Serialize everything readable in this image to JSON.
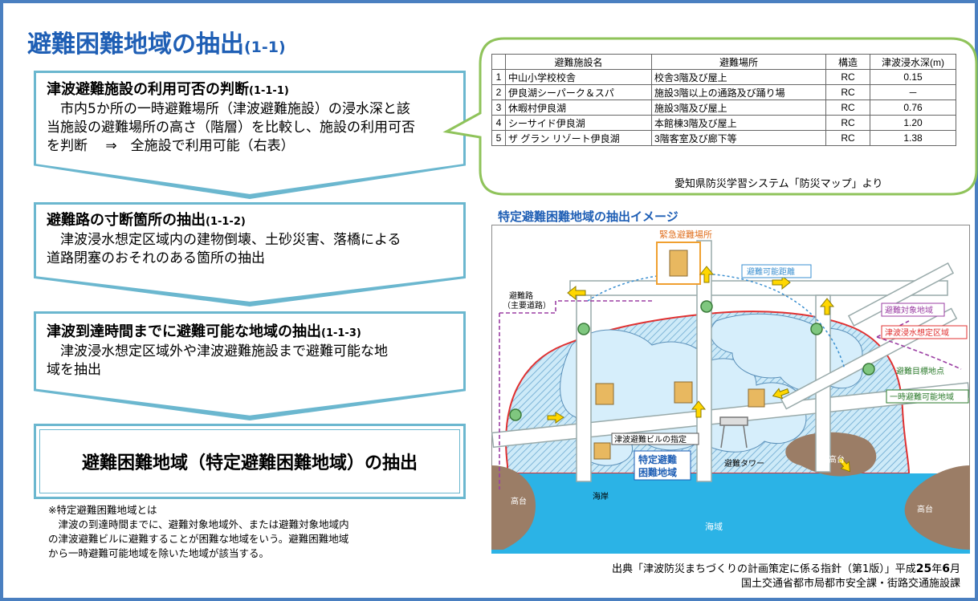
{
  "title": {
    "main": "避難困難地域の抽出",
    "code": "(1-1)"
  },
  "steps": [
    {
      "heading": "津波避難施設の利用可否の判断",
      "code": "(1-1-1)",
      "lines": [
        "　市内5か所の一時避難場所（津波避難施設）の浸水深と該",
        "当施設の避難場所の高さ（階層）を比較し、施設の利用可否",
        "を判断　 ⇒　全施設で利用可能（右表）"
      ]
    },
    {
      "heading": "避難路の寸断箇所の抽出",
      "code": "(1-1-2)",
      "lines": [
        "　津波浸水想定区域内の建物倒壊、土砂災害、落橋による",
        "道路閉塞のおそれのある箇所の抽出"
      ]
    },
    {
      "heading": "津波到達時間までに避難可能な地域の抽出",
      "code": "(1-1-3)",
      "lines": [
        "　津波浸水想定区域外や津波避難施設まで避難可能な地",
        "域を抽出"
      ]
    },
    {
      "heading": "避難困難地域（特定避難困難地域）の抽出"
    }
  ],
  "note": {
    "title": "※特定避難困難地域とは",
    "lines": [
      "　津波の到達時間までに、避難対象地域外、または避難対象地域内",
      "の津波避難ビルに避難することが困難な地域をいう。避難困難地域",
      "から一時避難可能地域を除いた地域が該当する。"
    ]
  },
  "table": {
    "headers": [
      "",
      "避難施設名",
      "避難場所",
      "構造",
      "津波浸水深(m)"
    ],
    "rows": [
      [
        "1",
        "中山小学校校舎",
        "校舎3階及び屋上",
        "RC",
        "0.15"
      ],
      [
        "2",
        "伊良湖シーパーク＆スパ",
        "施設3階以上の通路及び踊り場",
        "RC",
        "－"
      ],
      [
        "3",
        "休暇村伊良湖",
        "施設3階及び屋上",
        "RC",
        "0.76"
      ],
      [
        "4",
        "シーサイド伊良湖",
        "本館棟3階及び屋上",
        "RC",
        "1.20"
      ],
      [
        "5",
        "ザ グラン リゾート伊良湖",
        "3階客室及び廊下等",
        "RC",
        "1.38"
      ]
    ],
    "source": "愛知県防災学習システム「防災マップ」より"
  },
  "diagram": {
    "title": "特定避難困難地域の抽出イメージ",
    "labels": {
      "emergency": "緊急避難場所",
      "road1": "避難路",
      "road2": "（主要道路）",
      "distance": "避難可能距離",
      "target_area": "避難対象地域",
      "inundation": "津波浸水想定区域",
      "goal": "避難目標地点",
      "temp": "一時避難可能地域",
      "building": "津波避難ビルの指定",
      "tower": "避難タワー",
      "special1": "特定避難",
      "special2": "困難地域",
      "high1": "高台",
      "high2": "高台",
      "high3": "高台",
      "coast": "海岸",
      "sea": "海域"
    }
  },
  "source": {
    "line1_pre": "出典「津波防災まちづくりの計画策定に係る指針（第1版）」平成",
    "year": "25",
    "mid": "年",
    "month": "6",
    "end": "月",
    "line2": "国土交通省都市局都市安全課・街路交通施設課"
  },
  "colors": {
    "title": "#1f5fb5",
    "border": "#4a7fc0",
    "box": "#6bb7cf",
    "callout": "#8fc35a",
    "water": "#bfe3f5",
    "sea": "#2bb3e6"
  }
}
